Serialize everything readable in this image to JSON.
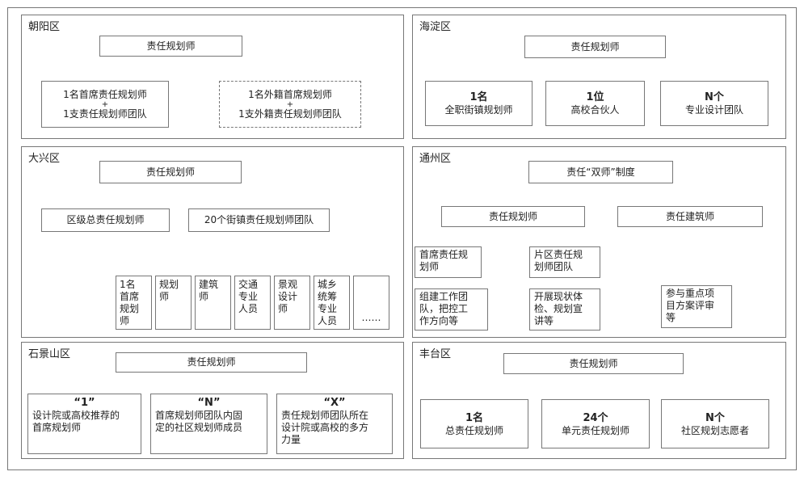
{
  "chaoyang": {
    "title": "朝阳区",
    "top": "责任规划师",
    "left_l1": "1名首席责任规划师",
    "left_plus": "+",
    "left_l2": "1支责任规划师团队",
    "right_l1": "1名外籍首席规划师",
    "right_plus": "+",
    "right_l2": "1支外籍责任规划师团队"
  },
  "haidian": {
    "title": "海淀区",
    "top": "责任规划师",
    "b1_num": "1名",
    "b1_label": "全职街镇规划师",
    "b2_num": "1位",
    "b2_label": "高校合伙人",
    "b3_num": "N个",
    "b3_label": "专业设计团队"
  },
  "daxing": {
    "title": "大兴区",
    "top": "责任规划师",
    "mid_left": "区级总责任规划师",
    "mid_right": "20个街镇责任规划师团队",
    "s1": [
      "1名",
      "首席",
      "规划",
      "师"
    ],
    "s2": [
      "规划",
      "师"
    ],
    "s3": [
      "建筑",
      "师"
    ],
    "s4": [
      "交通",
      "专业",
      "人员"
    ],
    "s5": [
      "景观",
      "设计",
      "师"
    ],
    "s6": [
      "城乡",
      "统筹",
      "专业",
      "人员"
    ],
    "s7": "……"
  },
  "tongzhou": {
    "title": "通州区",
    "top": "责任“双师”制度",
    "mid_left": "责任规划师",
    "mid_right": "责任建筑师",
    "chief": [
      "首席责任规",
      "划师"
    ],
    "area": [
      "片区责任规",
      "划师团队"
    ],
    "chief_task": [
      "组建工作团",
      "队，把控工",
      "作方向等"
    ],
    "area_task": [
      "开展现状体",
      "检、规划宣",
      "讲等"
    ],
    "arch_task": [
      "参与重点项",
      "目方案评审",
      "等"
    ]
  },
  "shijingshan": {
    "title": "石景山区",
    "top": "责任规划师",
    "b1_tag": "“1”",
    "b1_text": [
      "设计院或高校推荐的",
      "首席规划师"
    ],
    "b2_tag": "“N”",
    "b2_text": [
      "首席规划师团队内固",
      "定的社区规划师成员"
    ],
    "b3_tag": "“X”",
    "b3_text": [
      "责任规划师团队所在",
      "设计院或高校的多方",
      "力量"
    ]
  },
  "fengtai": {
    "title": "丰台区",
    "top": "责任规划师",
    "b1_num": "1名",
    "b1_label": "总责任规划师",
    "b2_num": "24个",
    "b2_label": "单元责任规划师",
    "b3_num": "N个",
    "b3_label": "社区规划志愿者"
  }
}
